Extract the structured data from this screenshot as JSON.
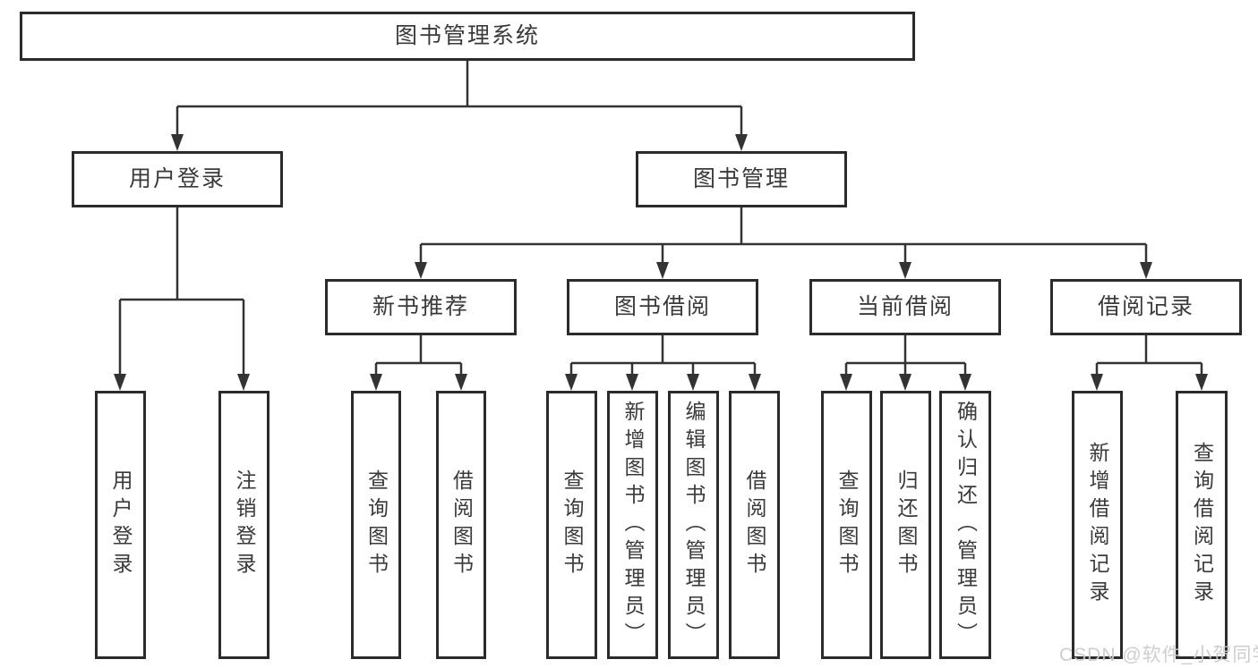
{
  "diagram": {
    "root": {
      "label": "图书管理系统",
      "children": [
        {
          "label": "用户登录",
          "children": [
            {
              "label": "用户登录"
            },
            {
              "label": "注销登录"
            }
          ]
        },
        {
          "label": "图书管理",
          "children": [
            {
              "label": "新书推荐",
              "children": [
                {
                  "label": "查询图书"
                },
                {
                  "label": "借阅图书"
                }
              ]
            },
            {
              "label": "图书借阅",
              "children": [
                {
                  "label": "查询图书"
                },
                {
                  "label": "新增图书（管理员）"
                },
                {
                  "label": "编辑图书（管理员）"
                },
                {
                  "label": "借阅图书"
                }
              ]
            },
            {
              "label": "当前借阅",
              "children": [
                {
                  "label": "查询图书"
                },
                {
                  "label": "归还图书"
                },
                {
                  "label": "确认归还（管理员）"
                }
              ]
            },
            {
              "label": "借阅记录",
              "children": [
                {
                  "label": "新增借阅记录"
                },
                {
                  "label": "查询借阅记录"
                }
              ]
            }
          ]
        }
      ]
    }
  },
  "watermark": {
    "text": "CSDN @软件_小贺同学"
  },
  "colors": {
    "background": "#ffffff",
    "box_border": "#2b2b2b",
    "line": "#333333",
    "text": "#3a3a3a",
    "watermark": "#cbcbcb"
  }
}
